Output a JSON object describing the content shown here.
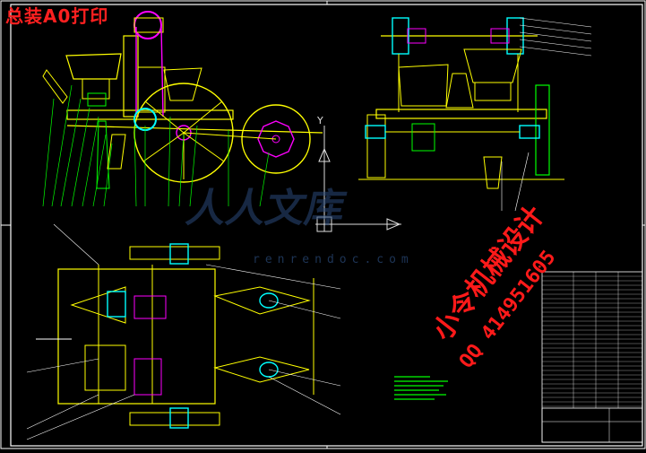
{
  "drawing": {
    "title": "总装A0打印",
    "watermark_text": "人人文库",
    "watermark_url": "renrendoc.com",
    "promo_line1": "小令机械设计",
    "promo_line2": "QQ 414951605",
    "axis_label_y": "Y"
  },
  "colors": {
    "background": "#000000",
    "frame": "#ffffff",
    "title": "#ff2020",
    "yellow": "#ffff00",
    "green": "#00ff00",
    "cyan": "#00ffff",
    "magenta": "#ff00ff",
    "watermark": "#2a4a7a"
  }
}
